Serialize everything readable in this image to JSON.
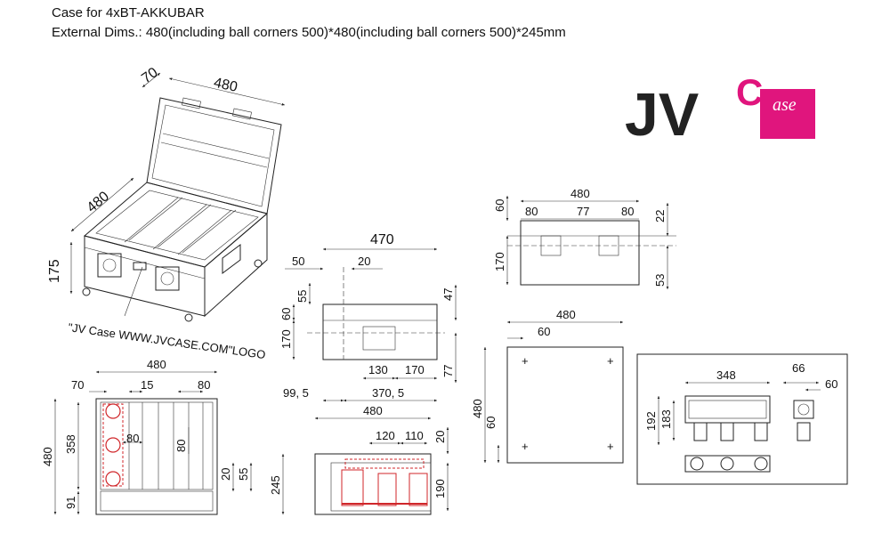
{
  "header": {
    "line1": "Case for 4xBT-AKKUBAR",
    "line2": "External Dims.: 480(including ball corners 500)*480(including ball corners 500)*245mm"
  },
  "logo": {
    "jv": "JV",
    "c": "C",
    "case": "ase",
    "brand_color": "#e0157d",
    "dark_color": "#222222"
  },
  "isometric": {
    "dim_depth_top": "70",
    "dim_width": "480",
    "dim_depth_side": "480",
    "dim_height": "175",
    "note": "\"JV Case WWW.JVCASE.COM\"LOGO"
  },
  "front_view": {
    "width": "470",
    "left_offset": "50",
    "hole_gap": "20",
    "top_h": "55",
    "lid_h": "60",
    "body_h": "170",
    "right_top": "47",
    "right_bottom": "77",
    "plate_w1": "130",
    "plate_w2": "170",
    "bottom_left": "99, 5",
    "bottom_right": "370, 5"
  },
  "side_small": {
    "width": "480",
    "seg1": "80",
    "seg2": "77",
    "seg3": "80",
    "lid_h": "60",
    "body_h": "170",
    "right_top": "22",
    "right_bottom": "53"
  },
  "top_plate": {
    "width": "480",
    "offset_x": "60",
    "height": "480",
    "offset_y": "60"
  },
  "plan_view": {
    "width": "480",
    "left": "70",
    "gap": "15",
    "right": "80",
    "height": "480",
    "inner_h": "358",
    "bottom_h": "91",
    "mid1": "80",
    "mid2": "80",
    "right_a": "20",
    "right_b": "55"
  },
  "section_view": {
    "width": "480",
    "seg1": "120",
    "seg2": "110",
    "top_gap": "20",
    "height": "245",
    "inner_h": "190"
  },
  "product_detail": {
    "length": "348",
    "width_a": "66",
    "width_b": "60",
    "height_a": "192",
    "height_b": "183"
  }
}
